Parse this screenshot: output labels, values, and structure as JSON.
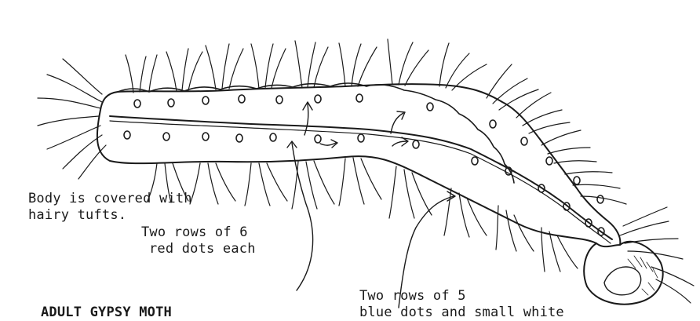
{
  "annotations": {
    "body_tufts_line1": "Body is covered with",
    "body_tufts_line2": "hairy tufts.",
    "red_dots_line1": "Two rows of 6",
    "red_dots_line2": "red dots each",
    "blue_dots_line1": "Two rows of 5",
    "blue_dots_line2": "blue dots and small white",
    "caption": "ADULT GYPSY MOTH"
  },
  "colors": {
    "ink": "#1a1a1a",
    "paper": "#ffffff"
  }
}
